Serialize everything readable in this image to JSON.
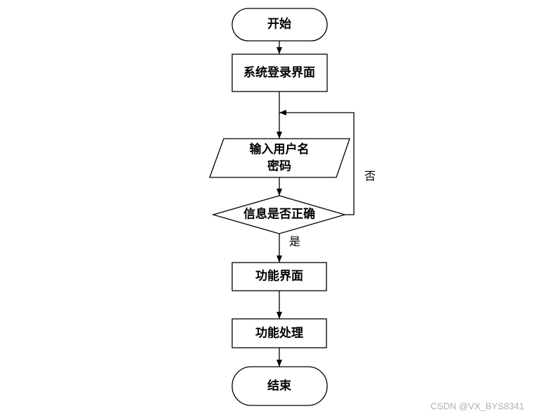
{
  "nodes": {
    "start": "开始",
    "login": "系统登录界面",
    "input": {
      "line1": "输入用户名",
      "line2": "密码"
    },
    "decision": "信息是否正确",
    "function_ui": "功能界面",
    "function_process": "功能处理",
    "end": "结束"
  },
  "edge_labels": {
    "no": "否",
    "yes": "是"
  },
  "watermark": "CSDN @VX_BYS8341",
  "colors": {
    "stroke": "#000000",
    "background": "#ffffff",
    "watermark": "#b0b0b0"
  }
}
